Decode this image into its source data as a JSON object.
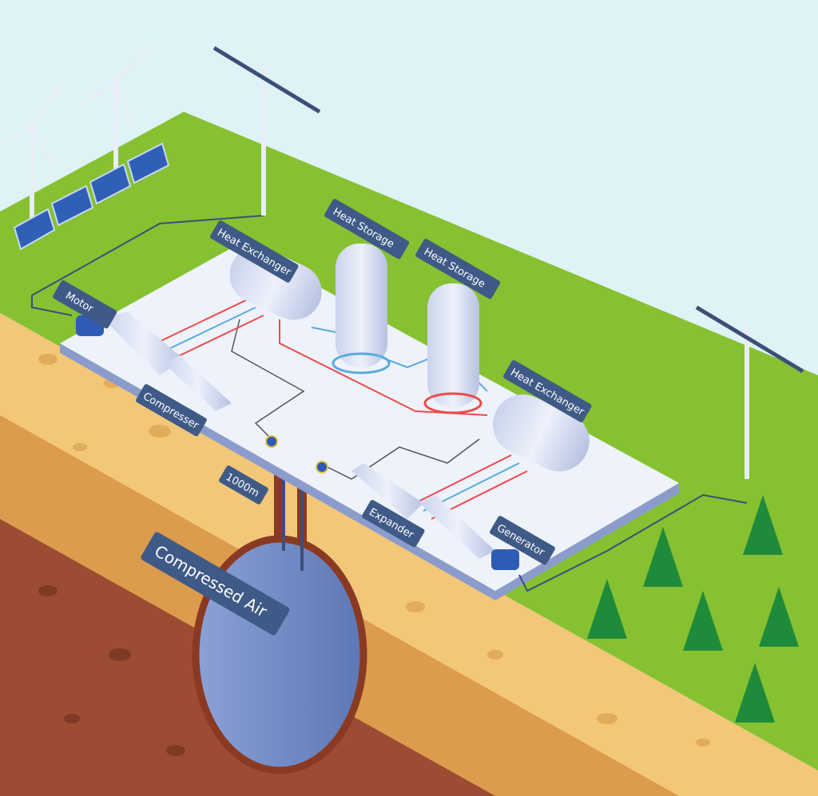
{
  "labels": {
    "motor": "Motor",
    "compresser": "Compresser",
    "heat_exchanger_1": "Heat Exchanger",
    "heat_storage_1": "Heat Storage",
    "heat_storage_2": "Heat Storage",
    "heat_exchanger_2": "Heat Exchanger",
    "expander": "Expander",
    "generator": "Generator",
    "depth": "1000m",
    "cavern": "Compressed Air"
  },
  "colors": {
    "sky": "#dff3f6",
    "grass": "#86c132",
    "soil_top": "#f2c778",
    "soil_mid": "#dd9b4e",
    "soil_deep": "#9b4c33",
    "label": "#3f5a86",
    "hot_pipe": "#ec4b4b",
    "cold_pipe": "#5aa9e0"
  }
}
